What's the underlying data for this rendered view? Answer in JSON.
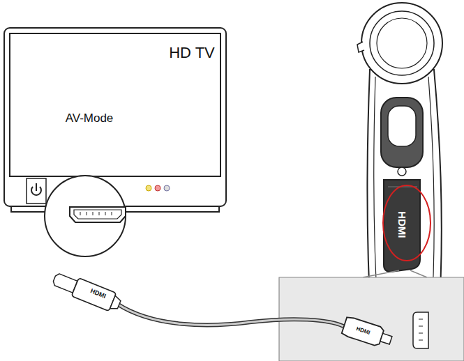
{
  "diagram": {
    "nodes": [
      {
        "text": [
          "HD TV",
          "AV-Mode"
        ]
      }
    ],
    "labels": [
      "HDMI",
      "HDMI",
      "HDMI"
    ]
  }
}
